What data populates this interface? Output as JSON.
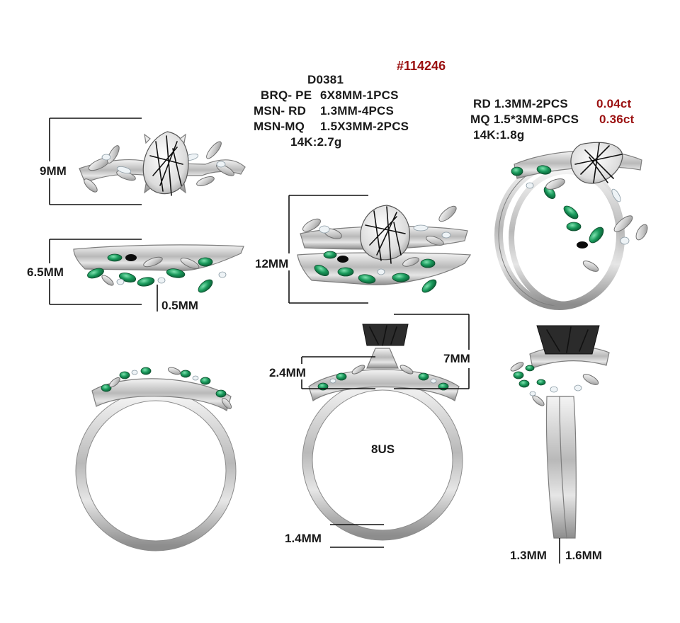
{
  "header": {
    "product_number": "#114246",
    "code": "D0381"
  },
  "main_ring_specs": [
    {
      "prefix": "BRQ- PE",
      "value": "6X8MM-1PCS"
    },
    {
      "prefix": "MSN- RD",
      "value": "1.3MM-4PCS"
    },
    {
      "prefix": "MSN-MQ",
      "value": "1.5X3MM-2PCS"
    }
  ],
  "main_ring_metal": "14K:2.7g",
  "band_specs": [
    {
      "text": "RD  1.3MM-2PCS",
      "carat": "0.04ct"
    },
    {
      "text": "MQ  1.5*3MM-6PCS",
      "carat": "0.36ct"
    }
  ],
  "band_metal": "14K:1.8g",
  "dimensions": {
    "top_height": "9MM",
    "band_height": "6.5MM",
    "band_thickness": "0.5MM",
    "set_height": "12MM",
    "profile_depth": "2.4MM",
    "setting_height": "7MM",
    "ring_size": "8US",
    "shank_width": "1.4MM",
    "side_band_width": "1.3MM",
    "side_ring_width": "1.6MM"
  },
  "colors": {
    "accent_red": "#9b1111",
    "metal": "#c8c8c8",
    "emerald": "#1a9a5c",
    "text": "#1a1a1a"
  }
}
